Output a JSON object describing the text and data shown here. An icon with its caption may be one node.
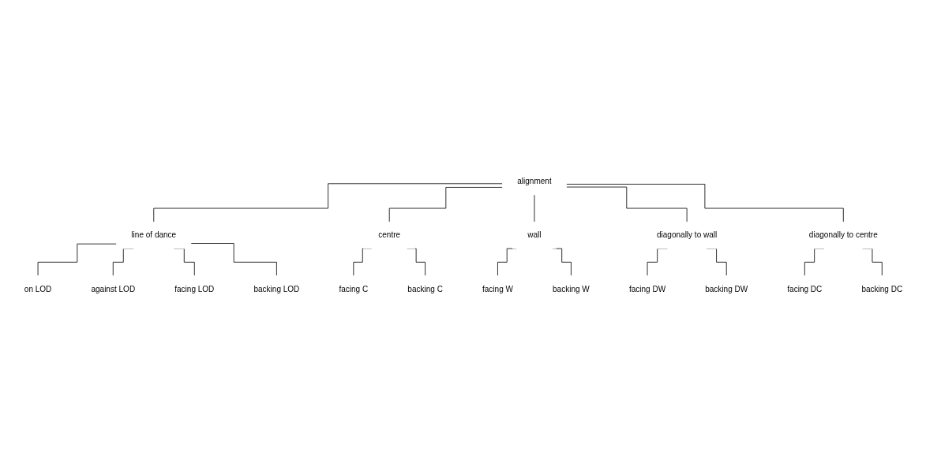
{
  "diagram": {
    "nodes": [
      {
        "text": [
          "alignment"
        ]
      },
      {
        "text": [
          "line of dance"
        ]
      },
      {
        "text": [
          "centre"
        ]
      },
      {
        "text": [
          "wall"
        ]
      },
      {
        "text": [
          "diagonally to wall"
        ]
      },
      {
        "text": [
          "diagonally to centre"
        ]
      },
      {
        "text": [
          "facing C"
        ]
      },
      {
        "text": [
          "backing C"
        ]
      },
      {
        "text": [
          "facing W"
        ]
      },
      {
        "text": [
          "backing W"
        ]
      },
      {
        "text": [
          "facing DW"
        ]
      },
      {
        "text": [
          "backing DW"
        ]
      },
      {
        "text": [
          "facing DC"
        ]
      },
      {
        "text": [
          "backing DC"
        ]
      },
      {
        "text": [
          "on LOD"
        ]
      },
      {
        "text": [
          "against LOD"
        ]
      },
      {
        "text": [
          "facing LOD"
        ]
      },
      {
        "text": [
          "backing LOD"
        ]
      }
    ],
    "edges": [
      {
        "from": 0,
        "to": 1,
        "arrow": "none"
      },
      {
        "from": 0,
        "to": 2,
        "arrow": "none"
      },
      {
        "from": 0,
        "to": 3,
        "arrow": "none"
      },
      {
        "from": 0,
        "to": 4,
        "arrow": "none"
      },
      {
        "from": 0,
        "to": 5,
        "arrow": "none"
      },
      {
        "from": 1,
        "to": 14,
        "arrow": "none"
      },
      {
        "from": 1,
        "to": 15,
        "arrow": "none"
      },
      {
        "from": 1,
        "to": 16,
        "arrow": "none"
      },
      {
        "from": 1,
        "to": 17,
        "arrow": "none"
      },
      {
        "from": 2,
        "to": 6,
        "arrow": "none"
      },
      {
        "from": 2,
        "to": 7,
        "arrow": "none"
      },
      {
        "from": 3,
        "to": 8,
        "arrow": "none"
      },
      {
        "from": 3,
        "to": 9,
        "arrow": "none"
      },
      {
        "from": 4,
        "to": 10,
        "arrow": "none"
      },
      {
        "from": 4,
        "to": 11,
        "arrow": "none"
      },
      {
        "from": 5,
        "to": 12,
        "arrow": "none"
      },
      {
        "from": 5,
        "to": 13,
        "arrow": "none"
      }
    ]
  }
}
